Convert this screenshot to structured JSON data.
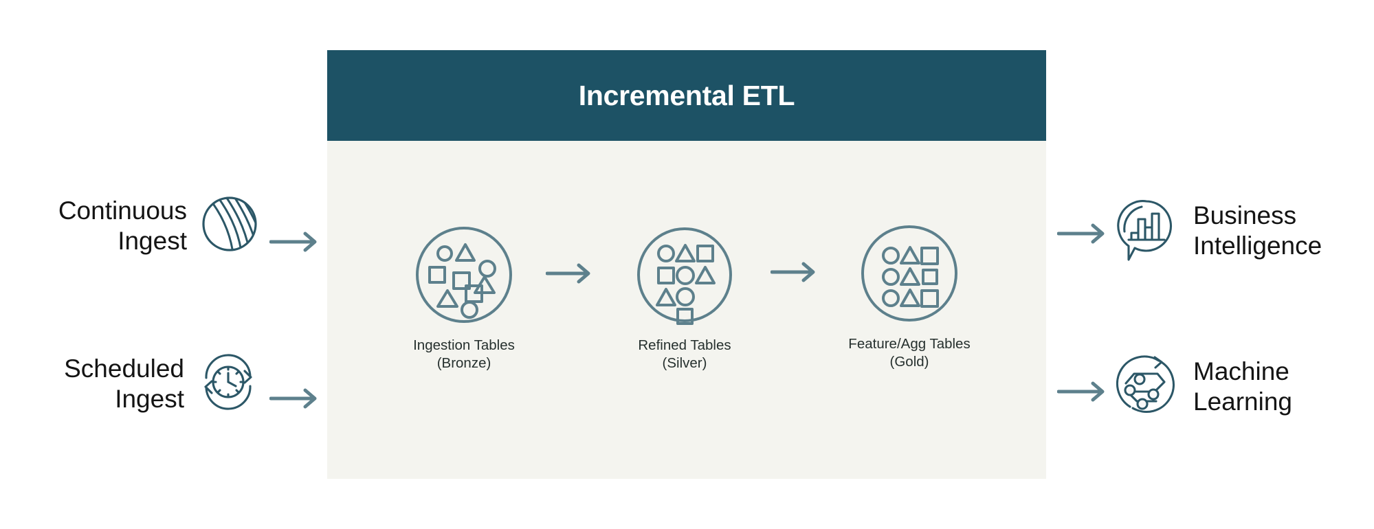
{
  "diagram": {
    "title": "Incremental ETL",
    "colors": {
      "header_bg": "#1D5265",
      "panel_bg": "#F4F4EF",
      "accent_stroke": "#5D808C",
      "icon_stroke": "#2C5767",
      "title_text": "#FFFFFF",
      "label_text": "#141414",
      "stage_label_text": "#26302E",
      "arrow": "#5D808C"
    }
  },
  "inputs": [
    {
      "id": "continuous-ingest",
      "label": "Continuous\nIngest",
      "icon": "striped-sphere-icon",
      "arrow": "arrow-right-icon"
    },
    {
      "id": "scheduled-ingest",
      "label": "Scheduled\nIngest",
      "icon": "clock-refresh-icon",
      "arrow": "arrow-right-icon"
    }
  ],
  "stages": [
    {
      "id": "bronze",
      "label": "Ingestion Tables\n(Bronze)",
      "icon": "scattered-shapes-circle-icon",
      "layout": "scattered",
      "shapes": [
        "circle",
        "triangle",
        "square",
        "circle",
        "square",
        "square",
        "triangle",
        "triangle",
        "circle"
      ]
    },
    {
      "id": "silver",
      "label": "Refined Tables\n(Silver)",
      "icon": "semi-ordered-shapes-circle-icon",
      "layout": "semi-ordered",
      "shapes": [
        "circle",
        "triangle",
        "square",
        "square",
        "circle",
        "triangle",
        "triangle",
        "circle",
        "square"
      ]
    },
    {
      "id": "gold",
      "label": "Feature/Agg Tables\n(Gold)",
      "icon": "ordered-shapes-grid-circle-icon",
      "layout": "ordered-grid",
      "shapes": [
        "circle",
        "triangle",
        "square",
        "circle",
        "triangle",
        "square",
        "circle",
        "triangle",
        "square"
      ]
    }
  ],
  "stage_arrows": [
    {
      "id": "arrow-bronze-to-silver",
      "icon": "arrow-right-icon"
    },
    {
      "id": "arrow-silver-to-gold",
      "icon": "arrow-right-icon"
    }
  ],
  "outputs": [
    {
      "id": "business-intelligence",
      "label": "Business\nIntelligence",
      "icon": "bar-chart-speech-bubble-icon",
      "arrow": "arrow-right-icon"
    },
    {
      "id": "machine-learning",
      "label": "Machine\nLearning",
      "icon": "neural-network-circle-icon",
      "arrow": "arrow-right-icon"
    }
  ]
}
